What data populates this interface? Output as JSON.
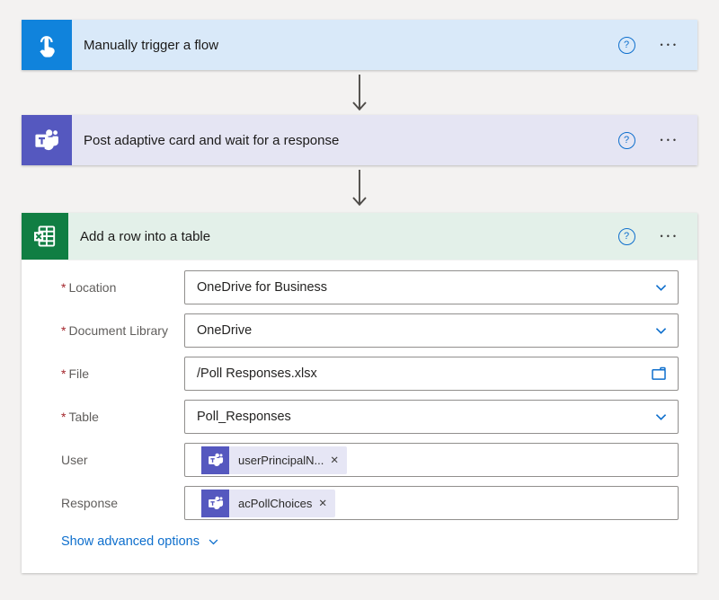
{
  "ui": {
    "required_marker": "*"
  },
  "icons": {
    "help": "?",
    "more": "•••",
    "close": "✕"
  },
  "colors": {
    "page_background": "#f3f2f1",
    "accent_blue": "#0e6fcd",
    "manual_trigger_tile": "#1083dc",
    "manual_trigger_header": "#d9e9f9",
    "teams_tile": "#5558bf",
    "teams_header": "#e5e5f3",
    "excel_tile": "#107e43",
    "excel_header": "#e3f0e9",
    "required_red": "#a4262c",
    "token_pill_background": "#e6e6f5"
  },
  "cards": {
    "manual_trigger": {
      "title": "Manually trigger a flow"
    },
    "post_adaptive_card": {
      "title": "Post adaptive card and wait for a response"
    },
    "add_row": {
      "title": "Add a row into a table",
      "fields": [
        {
          "label": "Location",
          "required": true,
          "type": "dropdown",
          "value": "OneDrive for Business"
        },
        {
          "label": "Document Library",
          "required": true,
          "type": "dropdown",
          "value": "OneDrive"
        },
        {
          "label": "File",
          "required": true,
          "type": "file-picker",
          "value": "/Poll Responses.xlsx"
        },
        {
          "label": "Table",
          "required": true,
          "type": "dropdown",
          "value": "Poll_Responses"
        },
        {
          "label": "User",
          "required": false,
          "type": "token",
          "token": "userPrincipalN..."
        },
        {
          "label": "Response",
          "required": false,
          "type": "token",
          "token": "acPollChoices"
        }
      ],
      "advanced_options_label": "Show advanced options"
    }
  }
}
